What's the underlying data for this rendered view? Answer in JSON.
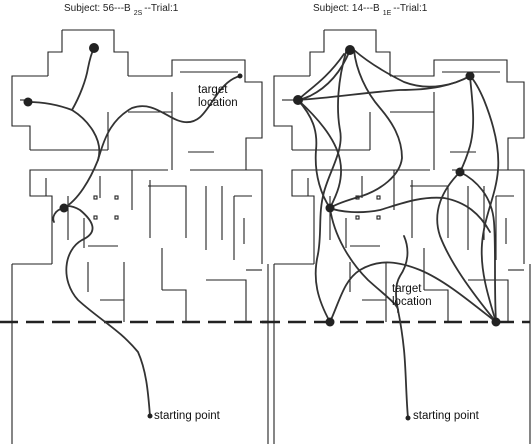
{
  "panels": [
    {
      "title_main": "Subject: 56---B",
      "title_sub": "2S",
      "title_end": "--Trial:1",
      "target_label": [
        "target",
        "location"
      ],
      "start_label": "starting point"
    },
    {
      "title_main": "Subject: 14---B",
      "title_sub": "1E",
      "title_end": "--Trial:1",
      "target_label": [
        "target",
        "location"
      ],
      "start_label": "starting point"
    }
  ],
  "colors": {
    "walls": "#222222",
    "path": "#333333",
    "background": "#ffffff"
  }
}
